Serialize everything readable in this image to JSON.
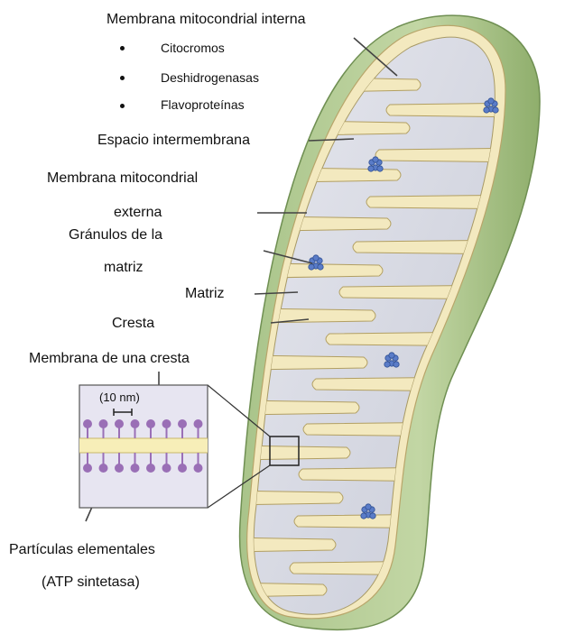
{
  "labels": {
    "inner_membrane": "Membrana mitocondrial interna",
    "components": [
      "Citocromos",
      "Deshidrogenasas",
      "Flavoproteínas"
    ],
    "intermembrane_space": "Espacio intermembrana",
    "outer_membrane_1": "Membrana mitocondrial",
    "outer_membrane_2": "externa",
    "granules_1": "Gránulos de la",
    "granules_2": "matriz",
    "matrix": "Matriz",
    "crest": "Cresta",
    "crest_membrane": "Membrana de una cresta",
    "scale": "(10 nm)",
    "particles_1": "Partículas elementales",
    "particles_2": "(ATP sintetasa)"
  },
  "colors": {
    "outer_green": "#b9cf9b",
    "membrane_cream": "#f3e9bf",
    "matrix_gray": "#d9dbe4",
    "granule_blue": "#4f72c2",
    "inset_lipid": "#9a6fb6",
    "leader_line": "#444444"
  }
}
